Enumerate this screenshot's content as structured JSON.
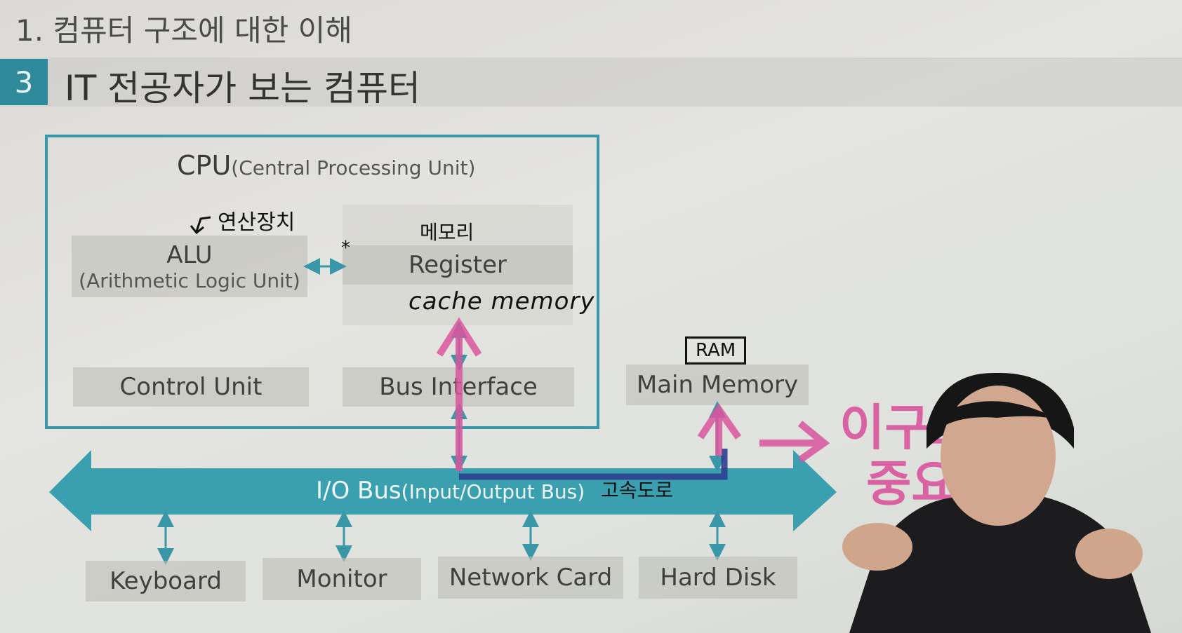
{
  "slide": {
    "chapter_title": "1. 컴퓨터 구조에 대한 이해",
    "section_number": "3",
    "section_title": "IT 전공자가 보는 컴퓨터"
  },
  "diagram": {
    "cpu": {
      "title": "CPU",
      "subtitle": "(Central Processing Unit)"
    },
    "alu": {
      "title": "ALU",
      "subtitle": "(Arithmetic Logic Unit)"
    },
    "register": "Register",
    "control_unit": "Control Unit",
    "bus_interface": "Bus Interface",
    "main_memory": "Main Memory",
    "io_bus": {
      "title": "I/O Bus",
      "subtitle": "(Input/Output Bus)"
    },
    "devices": [
      "Keyboard",
      "Monitor",
      "Network Card",
      "Hard Disk"
    ]
  },
  "annotations": {
    "alu_note": "연산장치",
    "memory_note": "메모리",
    "cache_note": "cache memory",
    "ram_note": "RAM",
    "bus_note": "고속도로",
    "structure_note_line1": "이구조",
    "structure_note_line2": "중요"
  },
  "colors": {
    "accent_teal": "#2f8a9c",
    "bus_teal": "#3a9fae",
    "highlight_pink": "#d9559d",
    "path_navy": "#2c3f8f"
  }
}
